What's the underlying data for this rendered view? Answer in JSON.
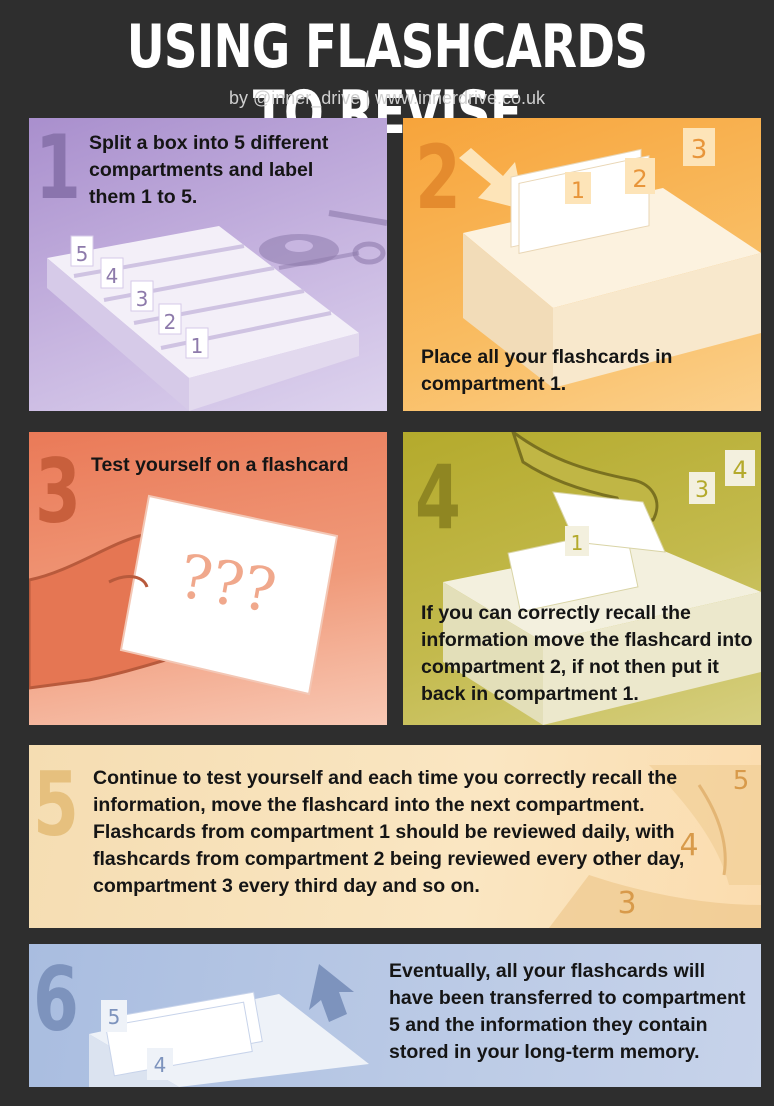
{
  "header": {
    "title": "USING FLASHCARDS TO REVISE",
    "byline": "by @inner_drive | www.innerdrive.co.uk"
  },
  "steps": [
    {
      "number": "1",
      "text": "Split a box into 5 different compartments and label them 1 to 5.",
      "labels": [
        "5",
        "4",
        "3",
        "2",
        "1"
      ]
    },
    {
      "number": "2",
      "text": "Place all your flashcards in compartment 1.",
      "labels": [
        "1",
        "2",
        "3"
      ]
    },
    {
      "number": "3",
      "text": "Test yourself on a flashcard",
      "card_text": "???"
    },
    {
      "number": "4",
      "text": "If you can correctly recall the information move the flashcard into compartment 2, if not then put it back in compartment 1.",
      "labels": [
        "1",
        "3",
        "4"
      ]
    },
    {
      "number": "5",
      "text": "Continue to test yourself and each time you correctly recall the information, move the flashcard into the next compartment. Flashcards from compartment 1 should be reviewed daily, with flashcards from compartment 2 being reviewed every other day, compartment 3 every third day and so on.",
      "labels": [
        "5",
        "4",
        "3"
      ]
    },
    {
      "number": "6",
      "text": "Eventually, all your flashcards will have been transferred to compartment 5 and the information they contain stored in your long-term memory.",
      "labels": [
        "5",
        "4"
      ]
    }
  ],
  "colors": {
    "background": "#2e2e2e",
    "step1": "#a98fcd",
    "step2": "#f7a43b",
    "step3": "#ea7a58",
    "step4": "#b4aa2c",
    "step5": "#f5ddb2",
    "step6": "#a9bde0"
  }
}
